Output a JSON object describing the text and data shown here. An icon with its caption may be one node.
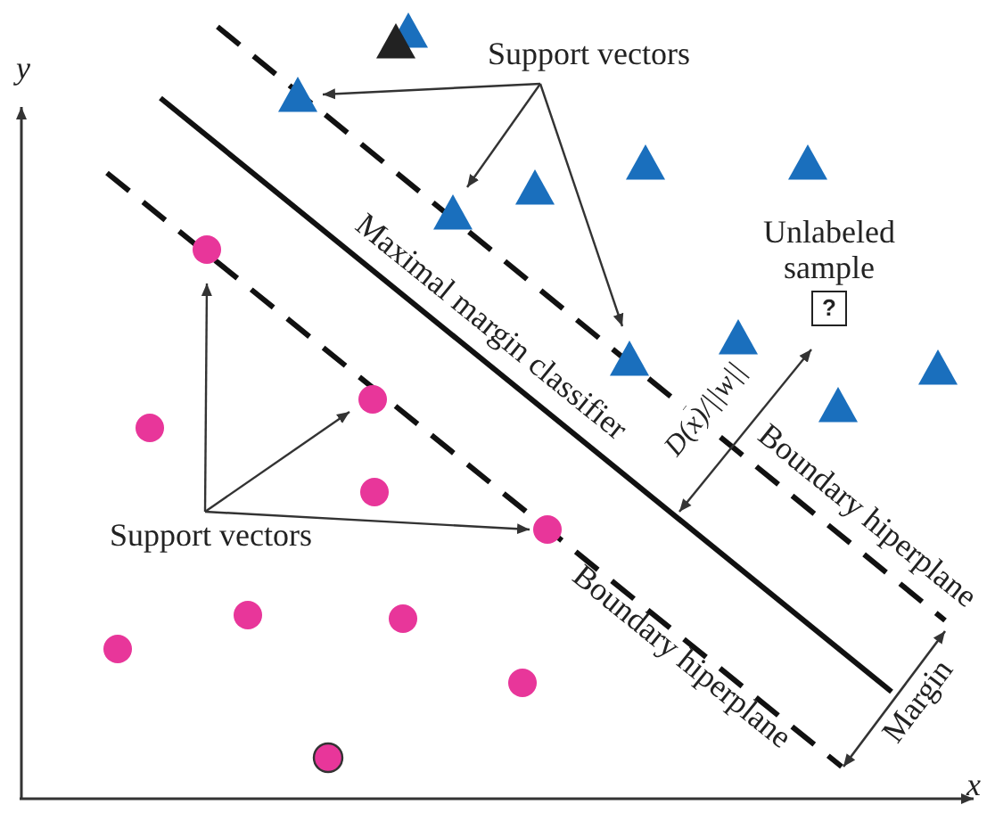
{
  "diagram": {
    "nodes": [
      {
        "text": [
          "Support vectors"
        ]
      },
      {
        "text": [],
        "shape": "triangle"
      },
      {
        "text": [],
        "shape": "triangle"
      },
      {
        "text": [],
        "shape": "triangle"
      },
      {
        "text": [
          "Unlabeled sample",
          "?"
        ]
      },
      {
        "text": [
          "Support vectors"
        ]
      },
      {
        "text": [],
        "shape": "circle"
      },
      {
        "text": [],
        "shape": "circle"
      },
      {
        "text": [],
        "shape": "circle"
      },
      {
        "text": [],
        "shape": "triangle"
      },
      {
        "text": [],
        "shape": "triangle"
      },
      {
        "text": [],
        "shape": "triangle"
      },
      {
        "text": [],
        "shape": "triangle"
      },
      {
        "text": [],
        "shape": "triangle"
      },
      {
        "text": [],
        "shape": "triangle"
      },
      {
        "text": [],
        "shape": "triangle"
      },
      {
        "text": [],
        "shape": "triangle"
      },
      {
        "text": [],
        "shape": "circle"
      },
      {
        "text": [],
        "shape": "circle"
      },
      {
        "text": [],
        "shape": "circle"
      },
      {
        "text": [],
        "shape": "circle"
      },
      {
        "text": [],
        "shape": "circle"
      },
      {
        "text": [],
        "shape": "circle"
      },
      {
        "text": [],
        "shape": "circle"
      }
    ],
    "edges": [
      {
        "from": 0,
        "to": 1,
        "arrow": "to"
      },
      {
        "from": 0,
        "to": 2,
        "arrow": "to"
      },
      {
        "from": 0,
        "to": 3,
        "arrow": "to"
      },
      {
        "from": 5,
        "to": 6,
        "arrow": "to"
      },
      {
        "from": 5,
        "to": 7,
        "arrow": "to"
      },
      {
        "from": 5,
        "to": 8,
        "arrow": "to"
      },
      {
        "from": null,
        "to": 4,
        "arrow": "both",
        "label": "D(x)/||w||"
      }
    ],
    "labels": [
      "y",
      "Maximal margin classifier",
      "Boundary hiperplane",
      "Boundary hiperplane",
      "Margin",
      "x"
    ]
  }
}
